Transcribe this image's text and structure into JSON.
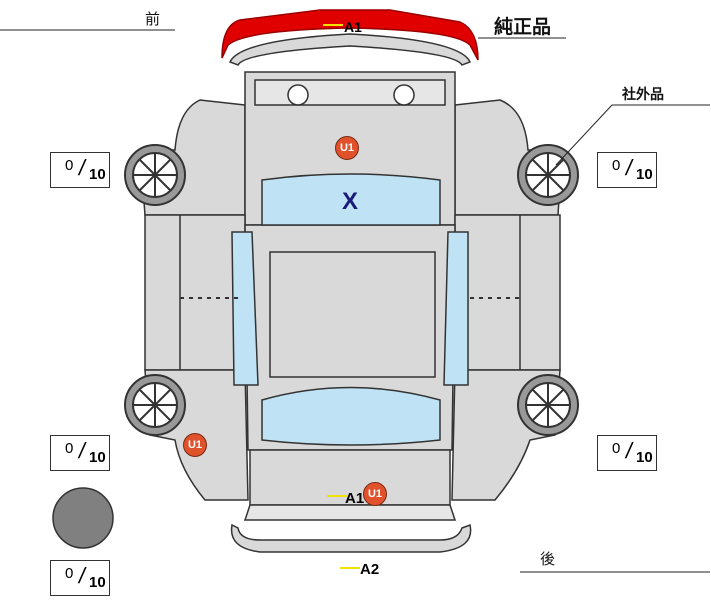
{
  "labels": {
    "front": "前",
    "rear": "後",
    "genuine": "純正品",
    "aftermarket": "社外品"
  },
  "scores": [
    {
      "value": "0",
      "max": "10"
    },
    {
      "value": "0",
      "max": "10"
    },
    {
      "value": "0",
      "max": "10"
    },
    {
      "value": "0",
      "max": "10"
    },
    {
      "value": "0",
      "max": "10"
    }
  ],
  "marks": {
    "front_bumper": "A1",
    "hood": "U1",
    "windshield": "X",
    "rear_left_fender": "U1",
    "trunk_a": "A1",
    "trunk_u": "U1",
    "rear_bumper": "A2"
  },
  "colors": {
    "genuine_part": "#e00000",
    "panel": "#d9d9d9",
    "glass": "#bfe3f5",
    "dent": "#e0522c",
    "spot": "#808080",
    "x_mark": "#1a1a7a"
  }
}
